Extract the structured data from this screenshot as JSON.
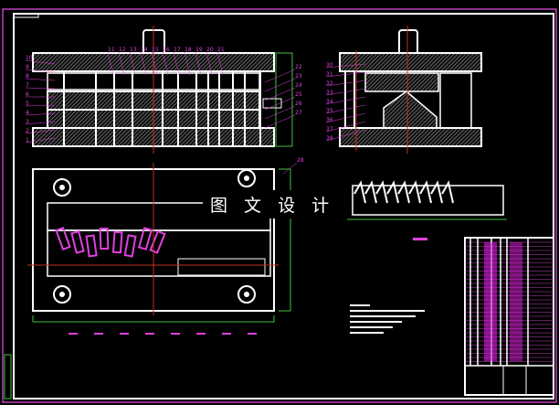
{
  "watermark": "图 文 设 计",
  "colors": {
    "background": "#000000",
    "frame": "#c040c0",
    "lines": "#ffffff",
    "leaders": "#e040e0",
    "dimensions": "#40c040",
    "centerline": "#c03020"
  },
  "front_view": {
    "labels_left": [
      "10",
      "9",
      "8",
      "7",
      "6",
      "5",
      "4",
      "3",
      "2",
      "1"
    ],
    "labels_top": [
      "11",
      "12",
      "13",
      "14",
      "15",
      "16",
      "17",
      "18",
      "19",
      "20",
      "21"
    ],
    "labels_right": [
      "22",
      "23",
      "24",
      "25",
      "26",
      "27"
    ]
  },
  "side_view": {
    "labels": [
      "30",
      "31",
      "32",
      "33",
      "34",
      "35",
      "36",
      "37",
      "38"
    ]
  },
  "plan_view": {
    "labels": [
      "28"
    ]
  }
}
